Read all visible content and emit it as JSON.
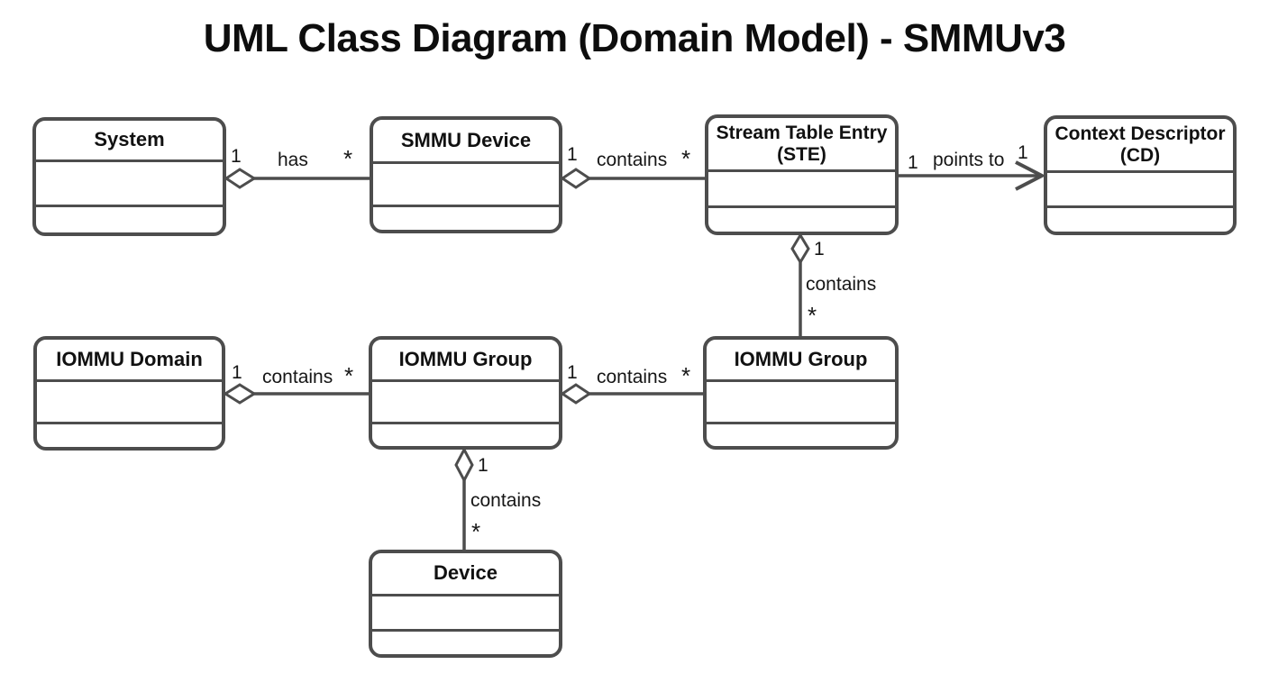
{
  "title": "UML Class Diagram (Domain Model) - SMMUv3",
  "diagram_type": "uml-class-diagram",
  "colors": {
    "stroke": "#4d4d4d",
    "text": "#111111",
    "background": "#ffffff"
  },
  "classes": [
    {
      "id": "system",
      "name": "System",
      "subname": ""
    },
    {
      "id": "smmu-device",
      "name": "SMMU Device",
      "subname": ""
    },
    {
      "id": "stream-table-entry",
      "name": "Stream Table Entry",
      "subname": "(STE)"
    },
    {
      "id": "context-descriptor",
      "name": "Context Descriptor",
      "subname": "(CD)"
    },
    {
      "id": "iommu-domain",
      "name": "IOMMU Domain",
      "subname": ""
    },
    {
      "id": "iommu-group-center",
      "name": "IOMMU Group",
      "subname": ""
    },
    {
      "id": "iommu-group-right",
      "name": "IOMMU Group",
      "subname": ""
    },
    {
      "id": "device",
      "name": "Device",
      "subname": ""
    }
  ],
  "relationships": [
    {
      "from": "System",
      "to": "SMMU Device",
      "label": "has",
      "from_mult": "1",
      "to_mult": "*",
      "type": "aggregation"
    },
    {
      "from": "SMMU Device",
      "to": "Stream Table Entry (STE)",
      "label": "contains",
      "from_mult": "1",
      "to_mult": "*",
      "type": "aggregation"
    },
    {
      "from": "Stream Table Entry (STE)",
      "to": "Context Descriptor (CD)",
      "label": "points to",
      "from_mult": "1",
      "to_mult": "1",
      "type": "directed-association"
    },
    {
      "from": "Stream Table Entry (STE)",
      "to": "IOMMU Group",
      "label": "contains",
      "from_mult": "1",
      "to_mult": "*",
      "type": "aggregation"
    },
    {
      "from": "IOMMU Domain",
      "to": "IOMMU Group",
      "label": "contains",
      "from_mult": "1",
      "to_mult": "*",
      "type": "aggregation"
    },
    {
      "from": "IOMMU Group",
      "to": "IOMMU Group",
      "label": "contains",
      "from_mult": "1",
      "to_mult": "*",
      "type": "aggregation"
    },
    {
      "from": "IOMMU Group",
      "to": "Device",
      "label": "contains",
      "from_mult": "1",
      "to_mult": "*",
      "type": "aggregation"
    }
  ]
}
